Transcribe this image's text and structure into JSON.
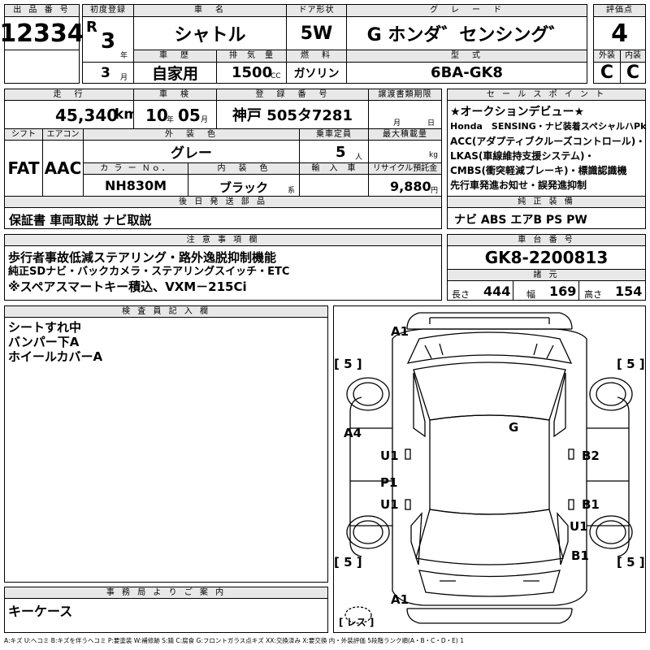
{
  "header": {
    "lot_label": "出 品 番 号",
    "lot_number": "12334",
    "first_reg_label": "初度登録",
    "era": "R",
    "first_reg_year": "3",
    "year_unit": "年",
    "first_reg_month": "3",
    "month_unit": "月",
    "car_name_label": "車　名",
    "car_name": "シャトル",
    "door_label": "ドア形状",
    "door": "5W",
    "grade_label": "グ　レ　ー　ド",
    "grade": "G ホンダ゛センシング゛",
    "score_label": "評価点",
    "score": "4",
    "history_label": "車　歴",
    "history": "自家用",
    "displacement_label": "排　気　量",
    "displacement": "1500",
    "cc_unit": "CC",
    "fuel_label": "燃　料",
    "fuel": "ガソリン",
    "model_code_label": "型　式",
    "model_code": "6BA-GK8",
    "exterior_label": "外装",
    "exterior_score": "C",
    "interior_label": "内装",
    "interior_score": "C"
  },
  "row2": {
    "mileage_label": "走　行",
    "mileage": "45,340",
    "km_unit": "km",
    "inspection_label": "車　検",
    "inspection_year": "10",
    "year_unit": "年",
    "inspection_month": "05",
    "month_unit": "月",
    "reg_no_label": "登　録　番　号",
    "reg_no": "神戸 505タ7281",
    "transfer_label": "譲渡書類期限",
    "transfer_month_unit": "月",
    "transfer_day_unit": "日",
    "shift_label": "シフト",
    "shift": "FAT",
    "ac_label": "エアコン",
    "ac": "AAC",
    "color_label": "外　装　色",
    "color": "グレー",
    "capacity_label": "乗車定員",
    "capacity": "5",
    "capacity_unit": "人",
    "load_label": "最大積載量",
    "load_unit": "kg",
    "color_no_label": "カ ラ ー Ｎｏ．",
    "color_no": "NH830M",
    "interior_color_label": "内　装　色",
    "interior_color": "ブラック",
    "interior_color_unit": "系",
    "import_label": "輸　入　車",
    "recycle_label": "リサイクル預託金",
    "recycle": "9,880",
    "recycle_unit": "円",
    "later_parts_label": "後 日 発 送 部 品",
    "later_parts": "保証書 車両取説 ナビ取説"
  },
  "sales_points": {
    "label": "セ ー ル ス ポ イ ン ト",
    "lines": [
      "★オークションデビュー★",
      "Honda　SENSING・ナビ装着スペシャルハPk",
      "ACC(アダプティブクルーズコントロール)・",
      "LKAS(車線維持支援システム)・",
      "CMBS(衝突軽減ブレーキ)・標識認識機",
      "先行車発進お知せ・誤発進抑制",
      "ナビ ABS エアB PS PW"
    ],
    "equipment_label": "純 正 装 備"
  },
  "notes": {
    "label": "注 意 事 項 欄",
    "lines": [
      "歩行者事故低減ステアリング・路外逸脱抑制機能",
      "純正SDナビ・バックカメラ・ステアリングスイッチ・ETC",
      "※スペアスマートキー積込、VXM－215Ci"
    ]
  },
  "chassis": {
    "label": "車 台 番 号",
    "number": "GK8-2200813",
    "dims_label": "諸 元",
    "length_label": "長さ",
    "length": "444",
    "width_label": "幅",
    "width": "169",
    "height_label": "高さ",
    "height": "154"
  },
  "inspector": {
    "label": "検 査 員 記 入 欄",
    "lines": [
      "シートすれ中",
      "バンパー下A",
      "ホイールカバーA"
    ]
  },
  "office": {
    "label": "事 務 局 よ り ご 案 内",
    "text": "キーケース"
  },
  "diagram": {
    "marks": [
      "A1",
      "A4",
      "U1",
      "P1",
      "U1",
      "G",
      "B2",
      "B1",
      "U1",
      "B1",
      "A1"
    ],
    "tires": [
      "[ 5 ]",
      "[ 5 ]",
      "[ 5 ]",
      "[ 5 ]"
    ],
    "spare": "[ レス ]"
  },
  "legend": "A:キズ U:ヘコミ B:キズを伴うヘコミ P:要塗装 W:補修跡 S:錆 C:腐食 G:フロントガラス点キズ XX:交換済み X:要交換 内・外装評価 5段階ランク順(A・B・C・D・E) 1"
}
